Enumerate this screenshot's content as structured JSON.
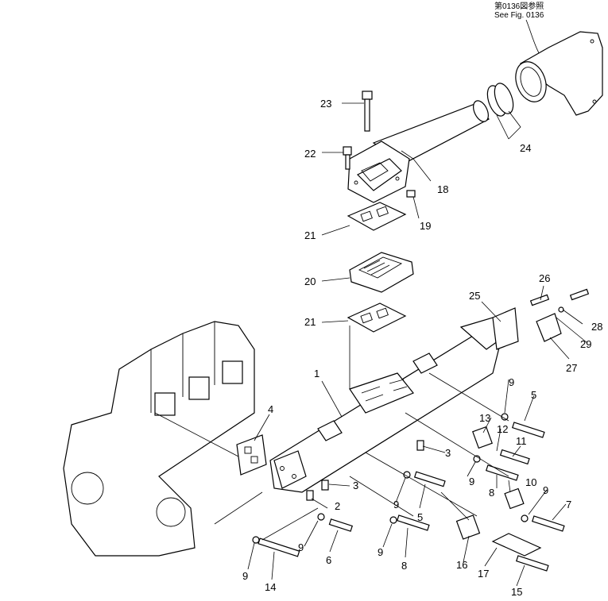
{
  "reference": {
    "line1": "第0136図参照",
    "line2": "See Fig. 0136"
  },
  "callouts": [
    {
      "id": "c1",
      "text": "1"
    },
    {
      "id": "c2",
      "text": "2"
    },
    {
      "id": "c3a",
      "text": "3"
    },
    {
      "id": "c3b",
      "text": "3"
    },
    {
      "id": "c4",
      "text": "4"
    },
    {
      "id": "c5a",
      "text": "5"
    },
    {
      "id": "c5b",
      "text": "5"
    },
    {
      "id": "c6",
      "text": "6"
    },
    {
      "id": "c7",
      "text": "7"
    },
    {
      "id": "c8a",
      "text": "8"
    },
    {
      "id": "c8b",
      "text": "8"
    },
    {
      "id": "c9a",
      "text": "9"
    },
    {
      "id": "c9b",
      "text": "9"
    },
    {
      "id": "c9c",
      "text": "9"
    },
    {
      "id": "c9d",
      "text": "9"
    },
    {
      "id": "c9e",
      "text": "9"
    },
    {
      "id": "c9f",
      "text": "9"
    },
    {
      "id": "c9g",
      "text": "9"
    },
    {
      "id": "c10",
      "text": "10"
    },
    {
      "id": "c11",
      "text": "11"
    },
    {
      "id": "c12",
      "text": "12"
    },
    {
      "id": "c13",
      "text": "13"
    },
    {
      "id": "c14",
      "text": "14"
    },
    {
      "id": "c15",
      "text": "15"
    },
    {
      "id": "c16",
      "text": "16"
    },
    {
      "id": "c17",
      "text": "17"
    },
    {
      "id": "c18",
      "text": "18"
    },
    {
      "id": "c19",
      "text": "19"
    },
    {
      "id": "c20",
      "text": "20"
    },
    {
      "id": "c21a",
      "text": "21"
    },
    {
      "id": "c21b",
      "text": "21"
    },
    {
      "id": "c22",
      "text": "22"
    },
    {
      "id": "c23",
      "text": "23"
    },
    {
      "id": "c24",
      "text": "24"
    },
    {
      "id": "c25",
      "text": "25"
    },
    {
      "id": "c26",
      "text": "26"
    },
    {
      "id": "c27",
      "text": "27"
    },
    {
      "id": "c28",
      "text": "28"
    },
    {
      "id": "c29",
      "text": "29"
    }
  ]
}
